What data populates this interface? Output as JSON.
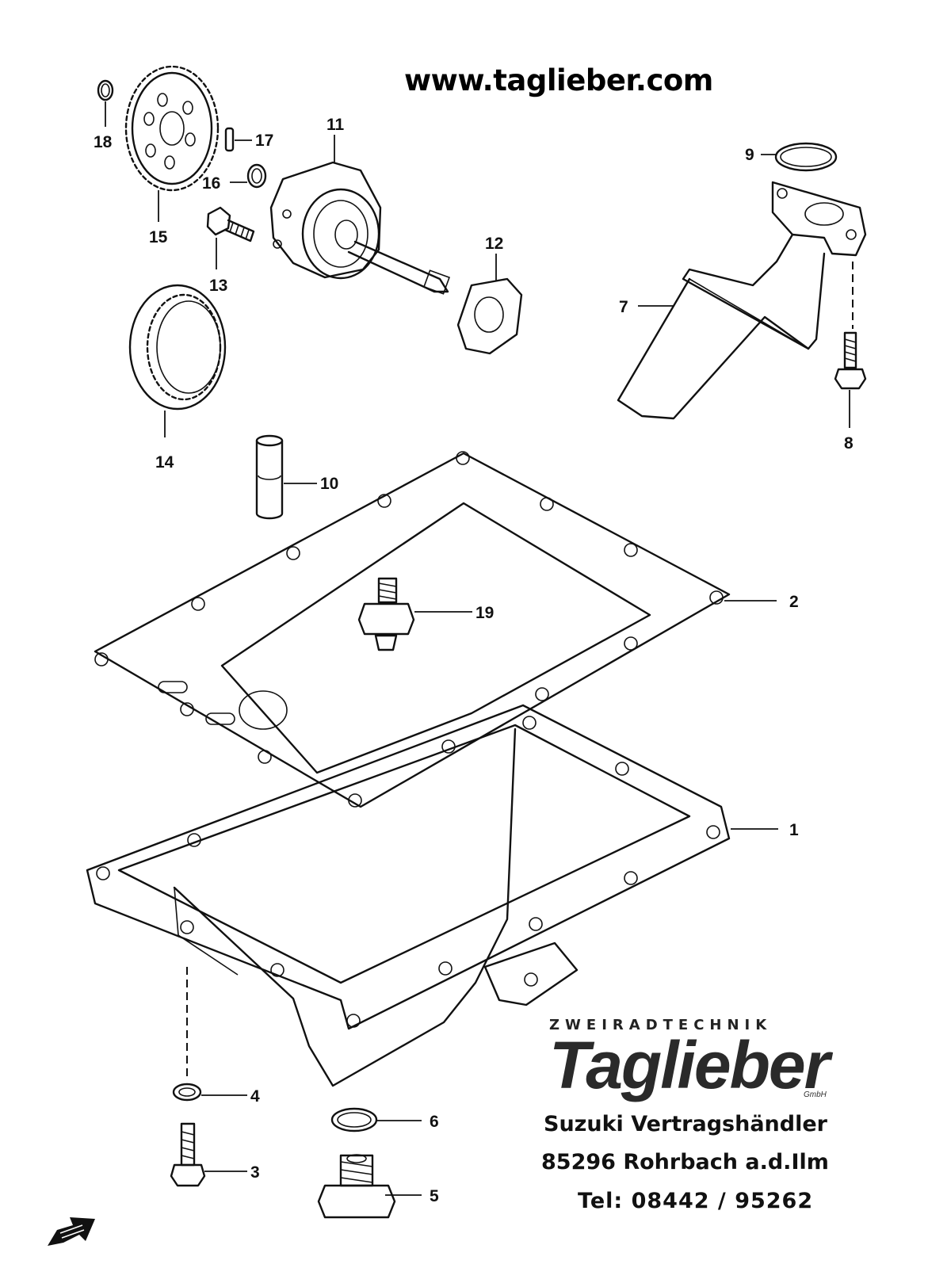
{
  "header": {
    "website": "www.taglieber.com"
  },
  "dealer": {
    "tagline": "ZWEIRADTECHNIK",
    "logo_text": "Taglieber",
    "logo_suffix": "GmbH",
    "line1": "Suzuki Vertragshändler",
    "line2": "85296 Rohrbach a.d.Ilm",
    "line3": "Tel: 08442 / 95262"
  },
  "parts": [
    {
      "id": "p1",
      "number": "1"
    },
    {
      "id": "p2",
      "number": "2"
    },
    {
      "id": "p3",
      "number": "3"
    },
    {
      "id": "p4",
      "number": "4"
    },
    {
      "id": "p5",
      "number": "5"
    },
    {
      "id": "p6",
      "number": "6"
    },
    {
      "id": "p7",
      "number": "7"
    },
    {
      "id": "p8",
      "number": "8"
    },
    {
      "id": "p9",
      "number": "9"
    },
    {
      "id": "p10",
      "number": "10"
    },
    {
      "id": "p11",
      "number": "11"
    },
    {
      "id": "p12",
      "number": "12"
    },
    {
      "id": "p13",
      "number": "13"
    },
    {
      "id": "p14",
      "number": "14"
    },
    {
      "id": "p15",
      "number": "15"
    },
    {
      "id": "p16",
      "number": "16"
    },
    {
      "id": "p17",
      "number": "17"
    },
    {
      "id": "p18",
      "number": "18"
    },
    {
      "id": "p19",
      "number": "19"
    }
  ],
  "colors": {
    "ink": "#111111",
    "background": "#ffffff",
    "logo": "#2a2a2a"
  },
  "icons": {
    "corner": "arrow-icon"
  }
}
